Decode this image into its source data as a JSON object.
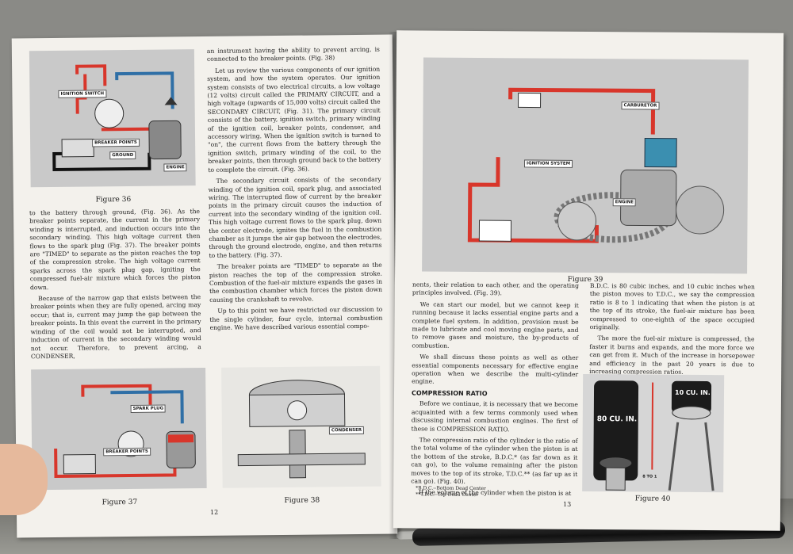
{
  "left_page": {
    "page_number": "12",
    "fig36": {
      "caption": "Figure 36",
      "labels": {
        "ignition_switch": "IGNITION SWITCH",
        "breaker_points": "BREAKER POINTS",
        "ground": "GROUND",
        "engine": "ENGINE"
      }
    },
    "fig37": {
      "caption": "Figure 37",
      "labels": {
        "spark_plug": "SPARK PLUG",
        "breaker_points": "BREAKER POINTS"
      }
    },
    "fig38": {
      "caption": "Figure 38",
      "labels": {
        "condenser": "CONDENSER"
      }
    },
    "col1": [
      "to the battery through ground, (Fig. 36). As the breaker points separate, the current in the primary winding is interrupted, and induction occurs into the secondary winding. This high voltage current then flows to the spark plug (Fig. 37). The breaker points are \"TIMED\" to separate as the piston reaches the top of the compression stroke. The high voltage current sparks across the spark plug gap, igniting the compressed fuel-air mixture which forces the piston down.",
      "Because of the narrow gap that exists between the breaker points when they are fully opened, arcing may occur; that is, current may jump the gap between the breaker points. In this event the current in the primary winding of the coil would not be interrupted, and induction of current in the secondary winding would not occur. Therefore, to prevent arcing, a CONDENSER,"
    ],
    "col2": [
      "an instrument having the ability to prevent arcing, is connected to the breaker points. (Fig. 38)",
      "Let us review the various components of our ignition system, and how the system operates. Our ignition system consists of two electrical circuits, a low voltage (12 volts) circuit called the PRIMARY CIRCUIT, and a high voltage (upwards of 15,000 volts) circuit called the SECONDARY CIRCUIT, (Fig. 31). The primary circuit consists of the battery, ignition switch, primary winding of the ignition coil, breaker points, condenser, and accessory wiring. When the ignition switch is turned to \"on\", the current flows from the battery through the ignition switch, primary winding of the coil, to the breaker points, then through ground back to the battery to complete the circuit. (Fig. 36).",
      "The secondary circuit consists of the secondary winding of the ignition coil, spark plug, and associated wiring. The interrupted flow of current by the breaker points in the primary circuit causes the induction of current into the secondary winding of the ignition coil. This high voltage current flows to the spark plug, down the center electrode, ignites the fuel in the combustion chamber as it jumps the air gap between the electrodes, through the ground electrode, engine, and then returns to the battery. (Fig. 37).",
      "The breaker points are \"TIMED\" to separate as the piston reaches the top of the compression stroke. Combustion of the fuel-air mixture expands the gases in the combustion chamber which forces the piston down causing the crankshaft to revolve.",
      "Up to this point we have restricted our discussion to the single cylinder, four cycle, internal combustion engine. We have described various essential compo-"
    ]
  },
  "right_page": {
    "page_number": "13",
    "fig39": {
      "caption": "Figure 39",
      "labels": {
        "carburetor": "CARBURETOR",
        "ignition_system": "IGNITION SYSTEM",
        "engine": "ENGINE"
      }
    },
    "fig40": {
      "caption": "Figure 40",
      "labels": {
        "big": "80 CU. IN.",
        "small": "10 CU. IN.",
        "ratio": "8 TO 1"
      }
    },
    "col1": [
      "nents, their relation to each other, and the operating principles involved. (Fig. 39).",
      "We can start our model, but we cannot keep it running because it lacks essential engine parts and a complete fuel system. In addition, provision must be made to lubricate and cool moving engine parts, and to remove gases and moisture, the by-products of combustion.",
      "We shall discuss these points as well as other essential components necessary for effective engine operation when we describe the multi-cylinder engine."
    ],
    "heading": "COMPRESSION RATIO",
    "col1b": [
      "Before we continue, it is necessary that we become acquainted with a few terms commonly used when discussing internal combustion engines. The first of these is COMPRESSION RATIO.",
      "The compression ratio of the cylinder is the ratio of the total volume of the cylinder when the piston is at the bottom of the stroke, B.D.C.* (as far down as it can go), to the volume remaining after the piston moves to the top of its stroke, T.D.C.** (as far up as it can go). (Fig. 40).",
      "If the volume of the cylinder when the piston is at"
    ],
    "col2": [
      "B.D.C. is 80 cubic inches, and 10 cubic inches when the piston moves to T.D.C., we say the compression ratio is 8 to 1 indicating that when the piston is at the top of its stroke, the fuel-air mixture has been compressed to one-eighth of the space occupied originally.",
      "The more the fuel-air mixture is compressed, the faster it burns and expands, and the more force we can get from it. Much of the increase in horsepower and efficiency in the past 20 years is due to increasing compression ratios."
    ],
    "footnotes": [
      "*B.D.C.--Bottom Dead Center",
      "**T.D.C.--Top Dead Center"
    ]
  },
  "colors": {
    "wire_red": "#d8362b",
    "wire_blue": "#2f6fa6",
    "paper": "#f3f1ec",
    "figure_bg": "#c9c9c9"
  }
}
